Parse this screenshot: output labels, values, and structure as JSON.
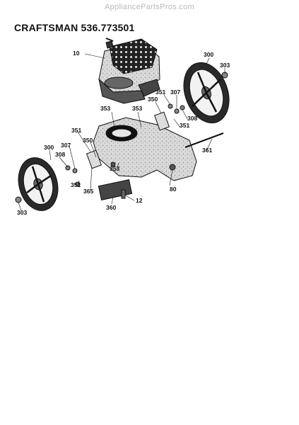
{
  "watermark": "AppliancePartsPros.com",
  "title": "CRAFTSMAN 536.773501",
  "parts": {
    "p10": "10",
    "p300a": "300",
    "p303a": "303",
    "p351a": "351",
    "p307a": "307",
    "p350a": "350",
    "p353a": "353",
    "p353b": "353",
    "p308a": "308",
    "p351b": "351",
    "p361": "361",
    "p351c": "351",
    "p350b": "350",
    "p300b": "300",
    "p307b": "307",
    "p308b": "308",
    "p353c": "353",
    "p80": "80",
    "p351d": "351",
    "p365": "365",
    "p12": "12",
    "p360": "360",
    "p303b": "303"
  }
}
